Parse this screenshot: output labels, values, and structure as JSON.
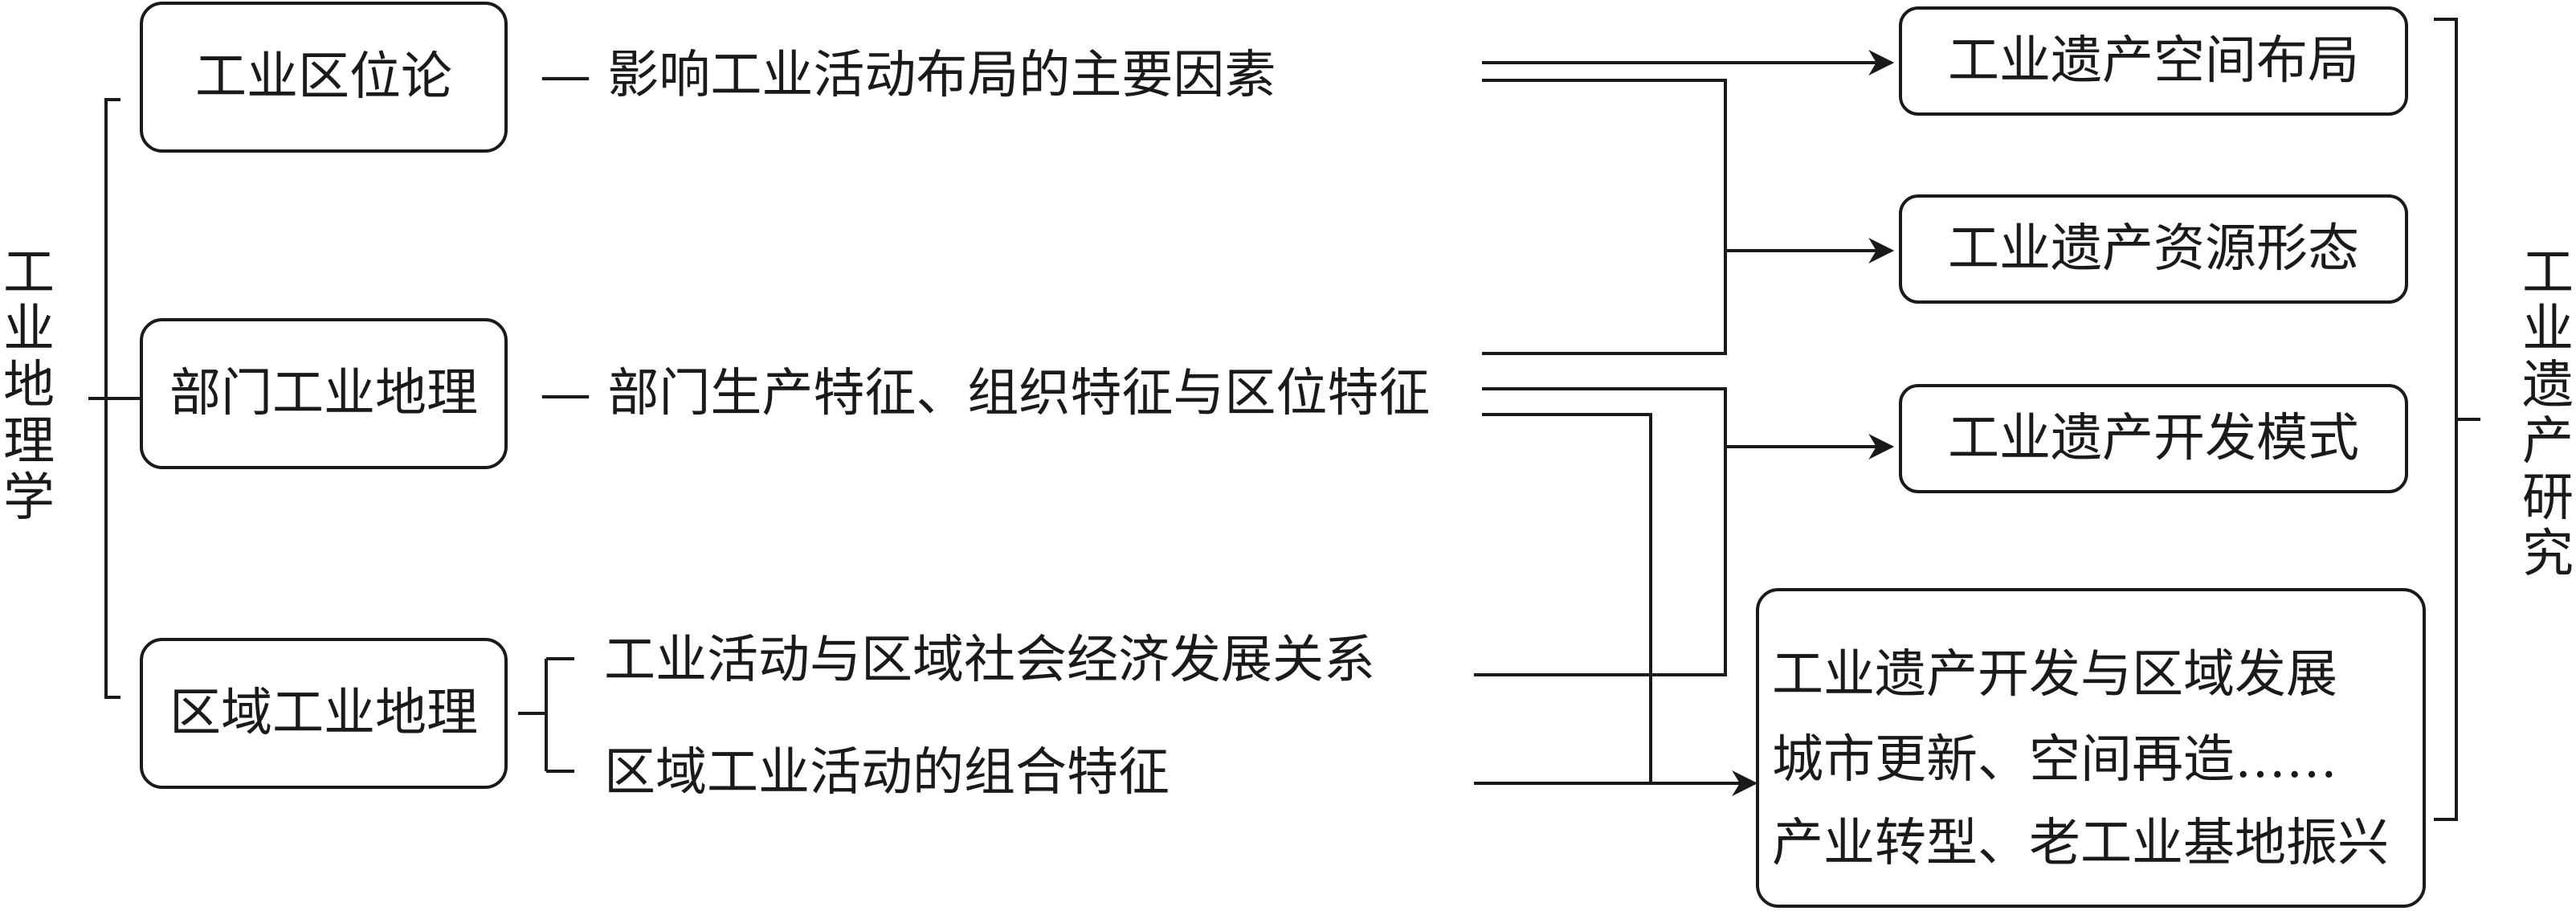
{
  "left_root": "工业地理学",
  "right_root": "工业遗产研究",
  "left_nodes": {
    "location_theory": "工业区位论",
    "sector_geography": "部门工业地理",
    "regional_geography": "区域工业地理"
  },
  "middle_items": {
    "location_factor": "— 影响工业活动布局的主要因素",
    "sector_feature": "— 部门生产特征、组织特征与区位特征",
    "regional_relation": "工业活动与区域社会经济发展关系",
    "regional_combination": "区域工业活动的组合特征"
  },
  "right_nodes": {
    "spatial_layout": "工业遗产空间布局",
    "resource_form": "工业遗产资源形态",
    "development_mode": "工业遗产开发模式",
    "regional_dev_lines": [
      "工业遗产开发与区域发展",
      "城市更新、空间再造……",
      "产业转型、老工业基地振兴"
    ]
  }
}
